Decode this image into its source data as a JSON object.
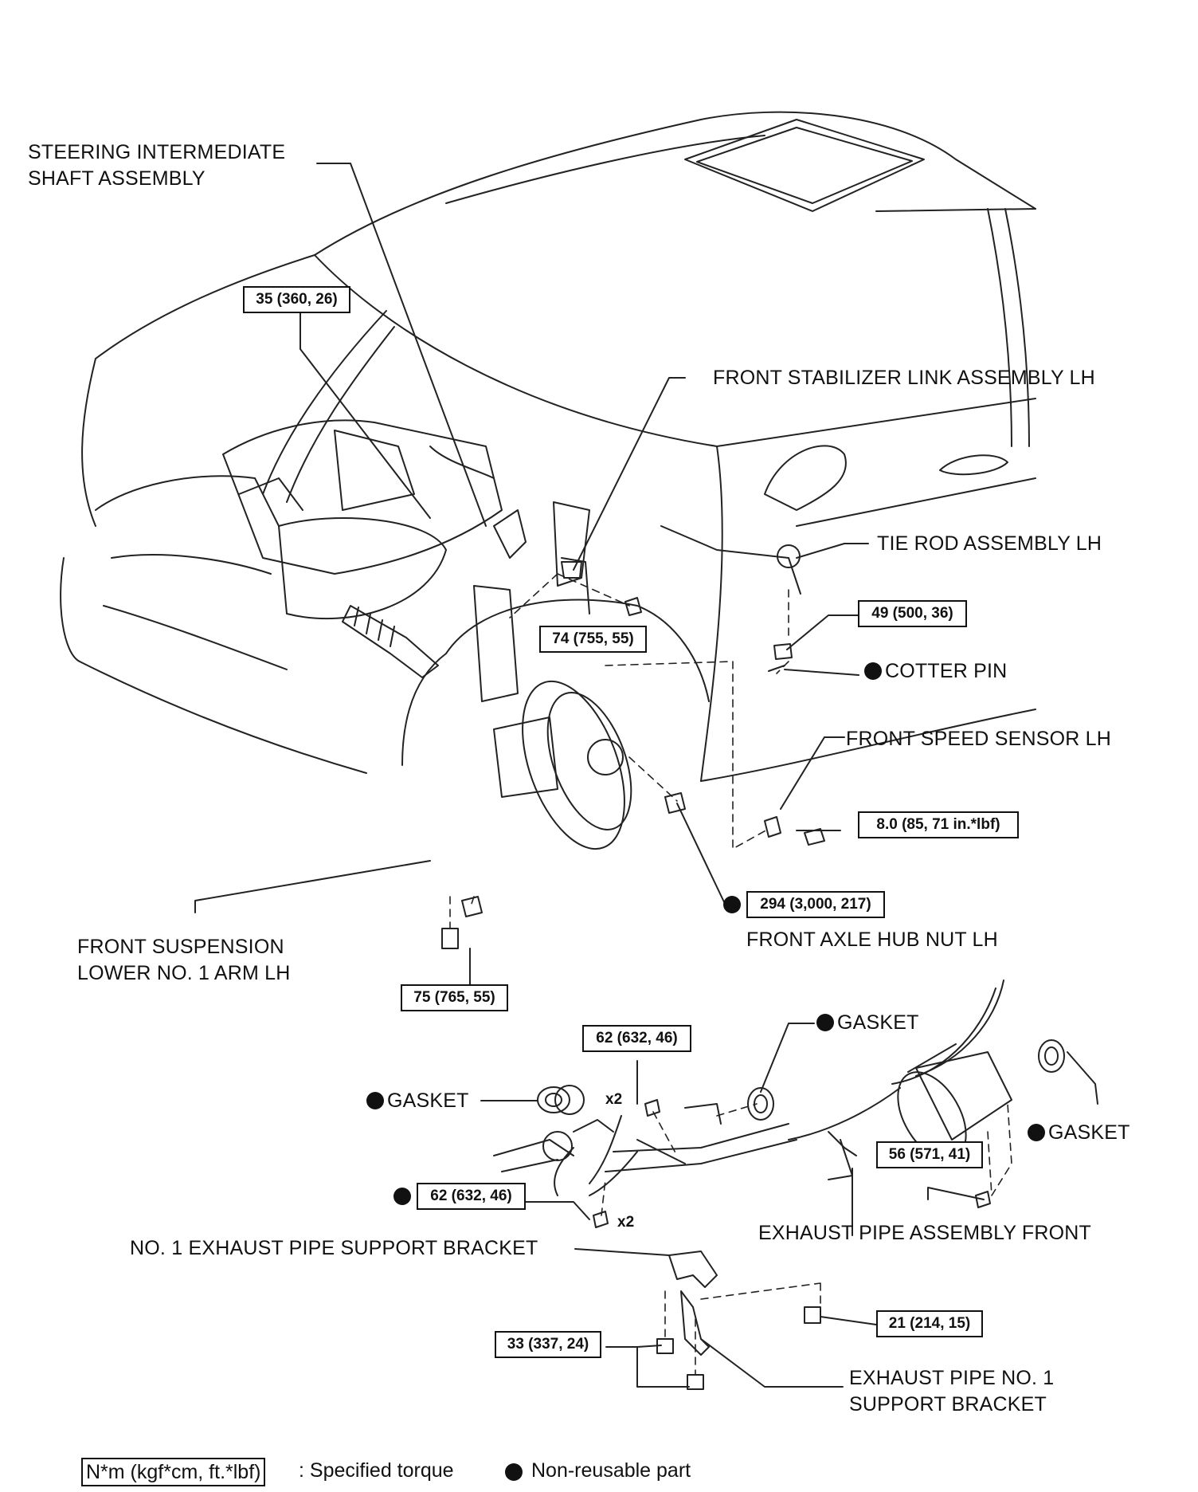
{
  "labels": {
    "steering_shaft_line1": "STEERING INTERMEDIATE",
    "steering_shaft_line2": "SHAFT ASSEMBLY",
    "stabilizer_link": "FRONT STABILIZER LINK ASSEMBLY LH",
    "tie_rod": "TIE ROD ASSEMBLY LH",
    "cotter_pin": "COTTER PIN",
    "speed_sensor": "FRONT SPEED SENSOR LH",
    "axle_hub_nut": "FRONT AXLE HUB NUT LH",
    "lower_arm_line1": "FRONT SUSPENSION",
    "lower_arm_line2": "LOWER NO. 1 ARM LH",
    "gasket_top": "GASKET",
    "gasket_left": "GASKET",
    "gasket_right": "GASKET",
    "exhaust_front": "EXHAUST PIPE ASSEMBLY FRONT",
    "no1_bracket": "NO. 1 EXHAUST PIPE SUPPORT BRACKET",
    "bracket_line1": "EXHAUST PIPE NO. 1",
    "bracket_line2": "SUPPORT BRACKET"
  },
  "torques": {
    "t35": "35 (360, 26)",
    "t74": "74 (755, 55)",
    "t49": "49 (500, 36)",
    "t8": "8.0 (85, 71 in.*lbf)",
    "t294": "294 (3,000, 217)",
    "t75": "75 (765, 55)",
    "t62_upper": "62 (632, 46)",
    "t62_lower": "62 (632, 46)",
    "t56": "56 (571, 41)",
    "t21": "21 (214, 15)",
    "t33": "33 (337, 24)"
  },
  "quantities": {
    "upper_bolts": "x2",
    "lower_nuts": "x2"
  },
  "legend": {
    "torque_unit": "N*m (kgf*cm, ft.*lbf)",
    "torque_desc": ": Specified torque",
    "nonreusable_desc": "Non-reusable part"
  }
}
